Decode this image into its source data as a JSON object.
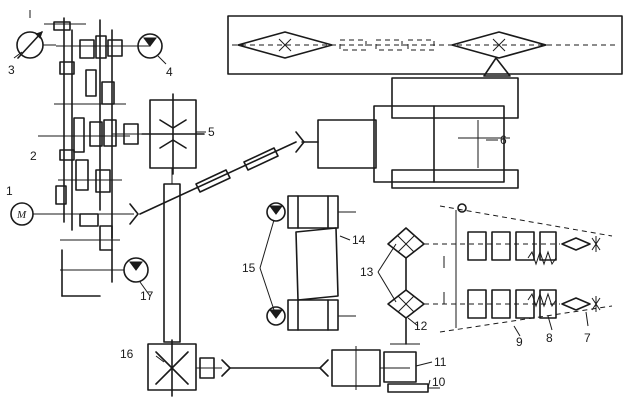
{
  "labels": {
    "n1": "1",
    "n2": "2",
    "n3": "3",
    "n4": "4",
    "n5": "5",
    "n6": "6",
    "n7": "7",
    "n8": "8",
    "n9": "9",
    "n10": "10",
    "n11": "11",
    "n12": "12",
    "n13": "13",
    "n14": "14",
    "n15": "15",
    "n16": "16",
    "n17": "17"
  },
  "motor_symbol": "M",
  "icons": [
    "motor-icon",
    "pump-icon",
    "hydraulic-motor-icon",
    "gearbox-icon",
    "clutch-icon",
    "roller-icon"
  ]
}
